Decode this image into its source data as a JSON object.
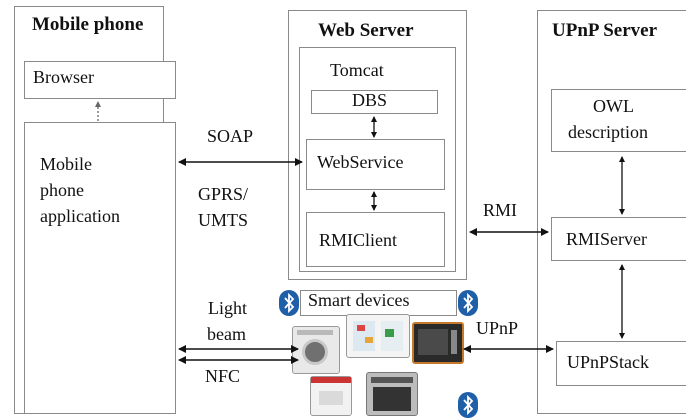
{
  "mobile": {
    "title": "Mobile phone",
    "browser": "Browser",
    "app_line1": "Mobile",
    "app_line2": "phone",
    "app_line3": "application"
  },
  "web": {
    "title": "Web Server",
    "tomcat": "Tomcat",
    "dbs": "DBS",
    "webservice": "WebService",
    "rmiclient": "RMIClient"
  },
  "upnp": {
    "title": "UPnP Server",
    "owl_line1": "OWL",
    "owl_line2": "description",
    "rmiserver": "RMIServer",
    "upnpstack": "UPnPStack"
  },
  "connections": {
    "soap": "SOAP",
    "gprs": "GPRS/",
    "umts": "UMTS",
    "rmi": "RMI",
    "light1": "Light",
    "light2": "beam",
    "nfc": "NFC",
    "upnp": "UPnP"
  },
  "smart_devices": "Smart devices",
  "icons": [
    "bluetooth-icon",
    "washing-machine",
    "refrigerator",
    "microwave",
    "oven",
    "dishwasher"
  ]
}
